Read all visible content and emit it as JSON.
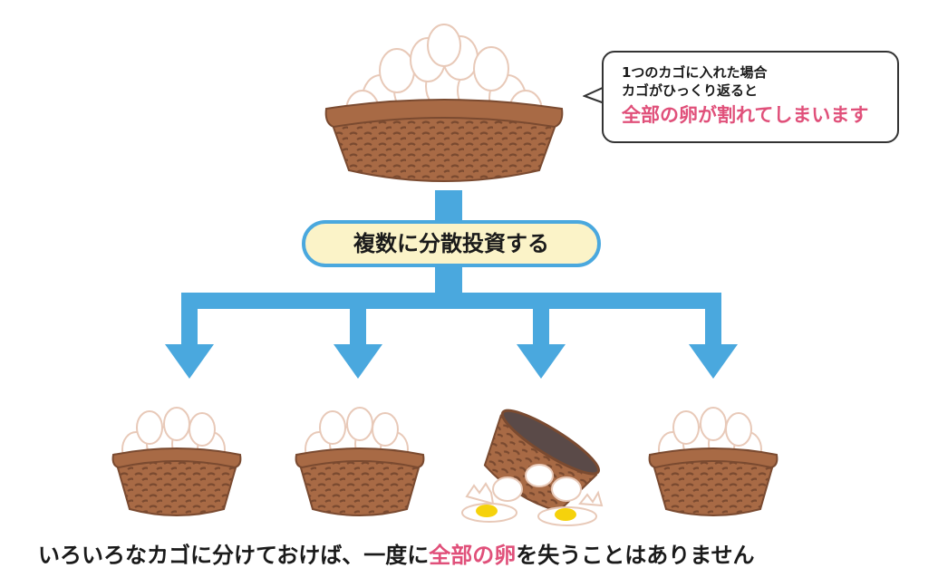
{
  "callout": {
    "line1": "1つのカゴに入れた場合",
    "line2": "カゴがひっくり返ると",
    "line3": "全部の卵が割れてしまいます"
  },
  "strategy_label": "複数に分散投資する",
  "caption": {
    "before": "いろいろなカゴに分けておけば、一度に",
    "highlight": "全部の卵",
    "after": "を失うことはありません"
  },
  "colors": {
    "arrow": "#4aa8de",
    "basket": "#a86a45",
    "basket_dark": "#7a4a30",
    "egg": "#ffffff",
    "egg_outline": "#e8c9b8",
    "yolk": "#f5d20c",
    "highlight_text": "#e0507a",
    "label_fill": "#fbf3c8"
  },
  "icons": {
    "big_basket": "egg-basket-icon",
    "small_basket": "egg-basket-icon",
    "tipped_basket": "tipped-basket-broken-eggs-icon"
  }
}
